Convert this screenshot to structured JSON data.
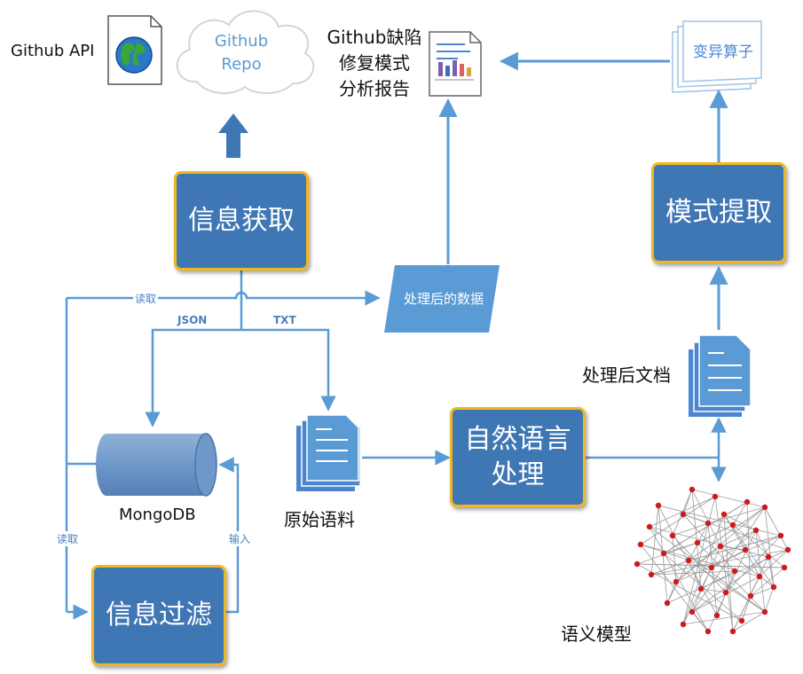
{
  "labels": {
    "github_api": "Github API",
    "github_repo": "Github\nRepo",
    "report": "Github缺陷\n修复模式\n分析报告",
    "mutation_ops": "变异算子",
    "info_fetch": "信息获取",
    "pattern_extract": "模式提取",
    "processed_data": "处理后的数据",
    "json": "JSON",
    "txt": "TXT",
    "read_top": "读取",
    "read_left": "读取",
    "input": "输入",
    "mongodb": "MongoDB",
    "raw_corpus": "原始语料",
    "nlp": "自然语言\n处理",
    "processed_docs": "处理后文档",
    "semantic_model": "语义模型",
    "info_filter": "信息过滤"
  },
  "colors": {
    "box_fill": "#3f77b4",
    "box_border": "#f0b71e",
    "arrow": "#5b9bd5",
    "doc_fill": "#4a86cf",
    "graph_node": "#d01919"
  }
}
